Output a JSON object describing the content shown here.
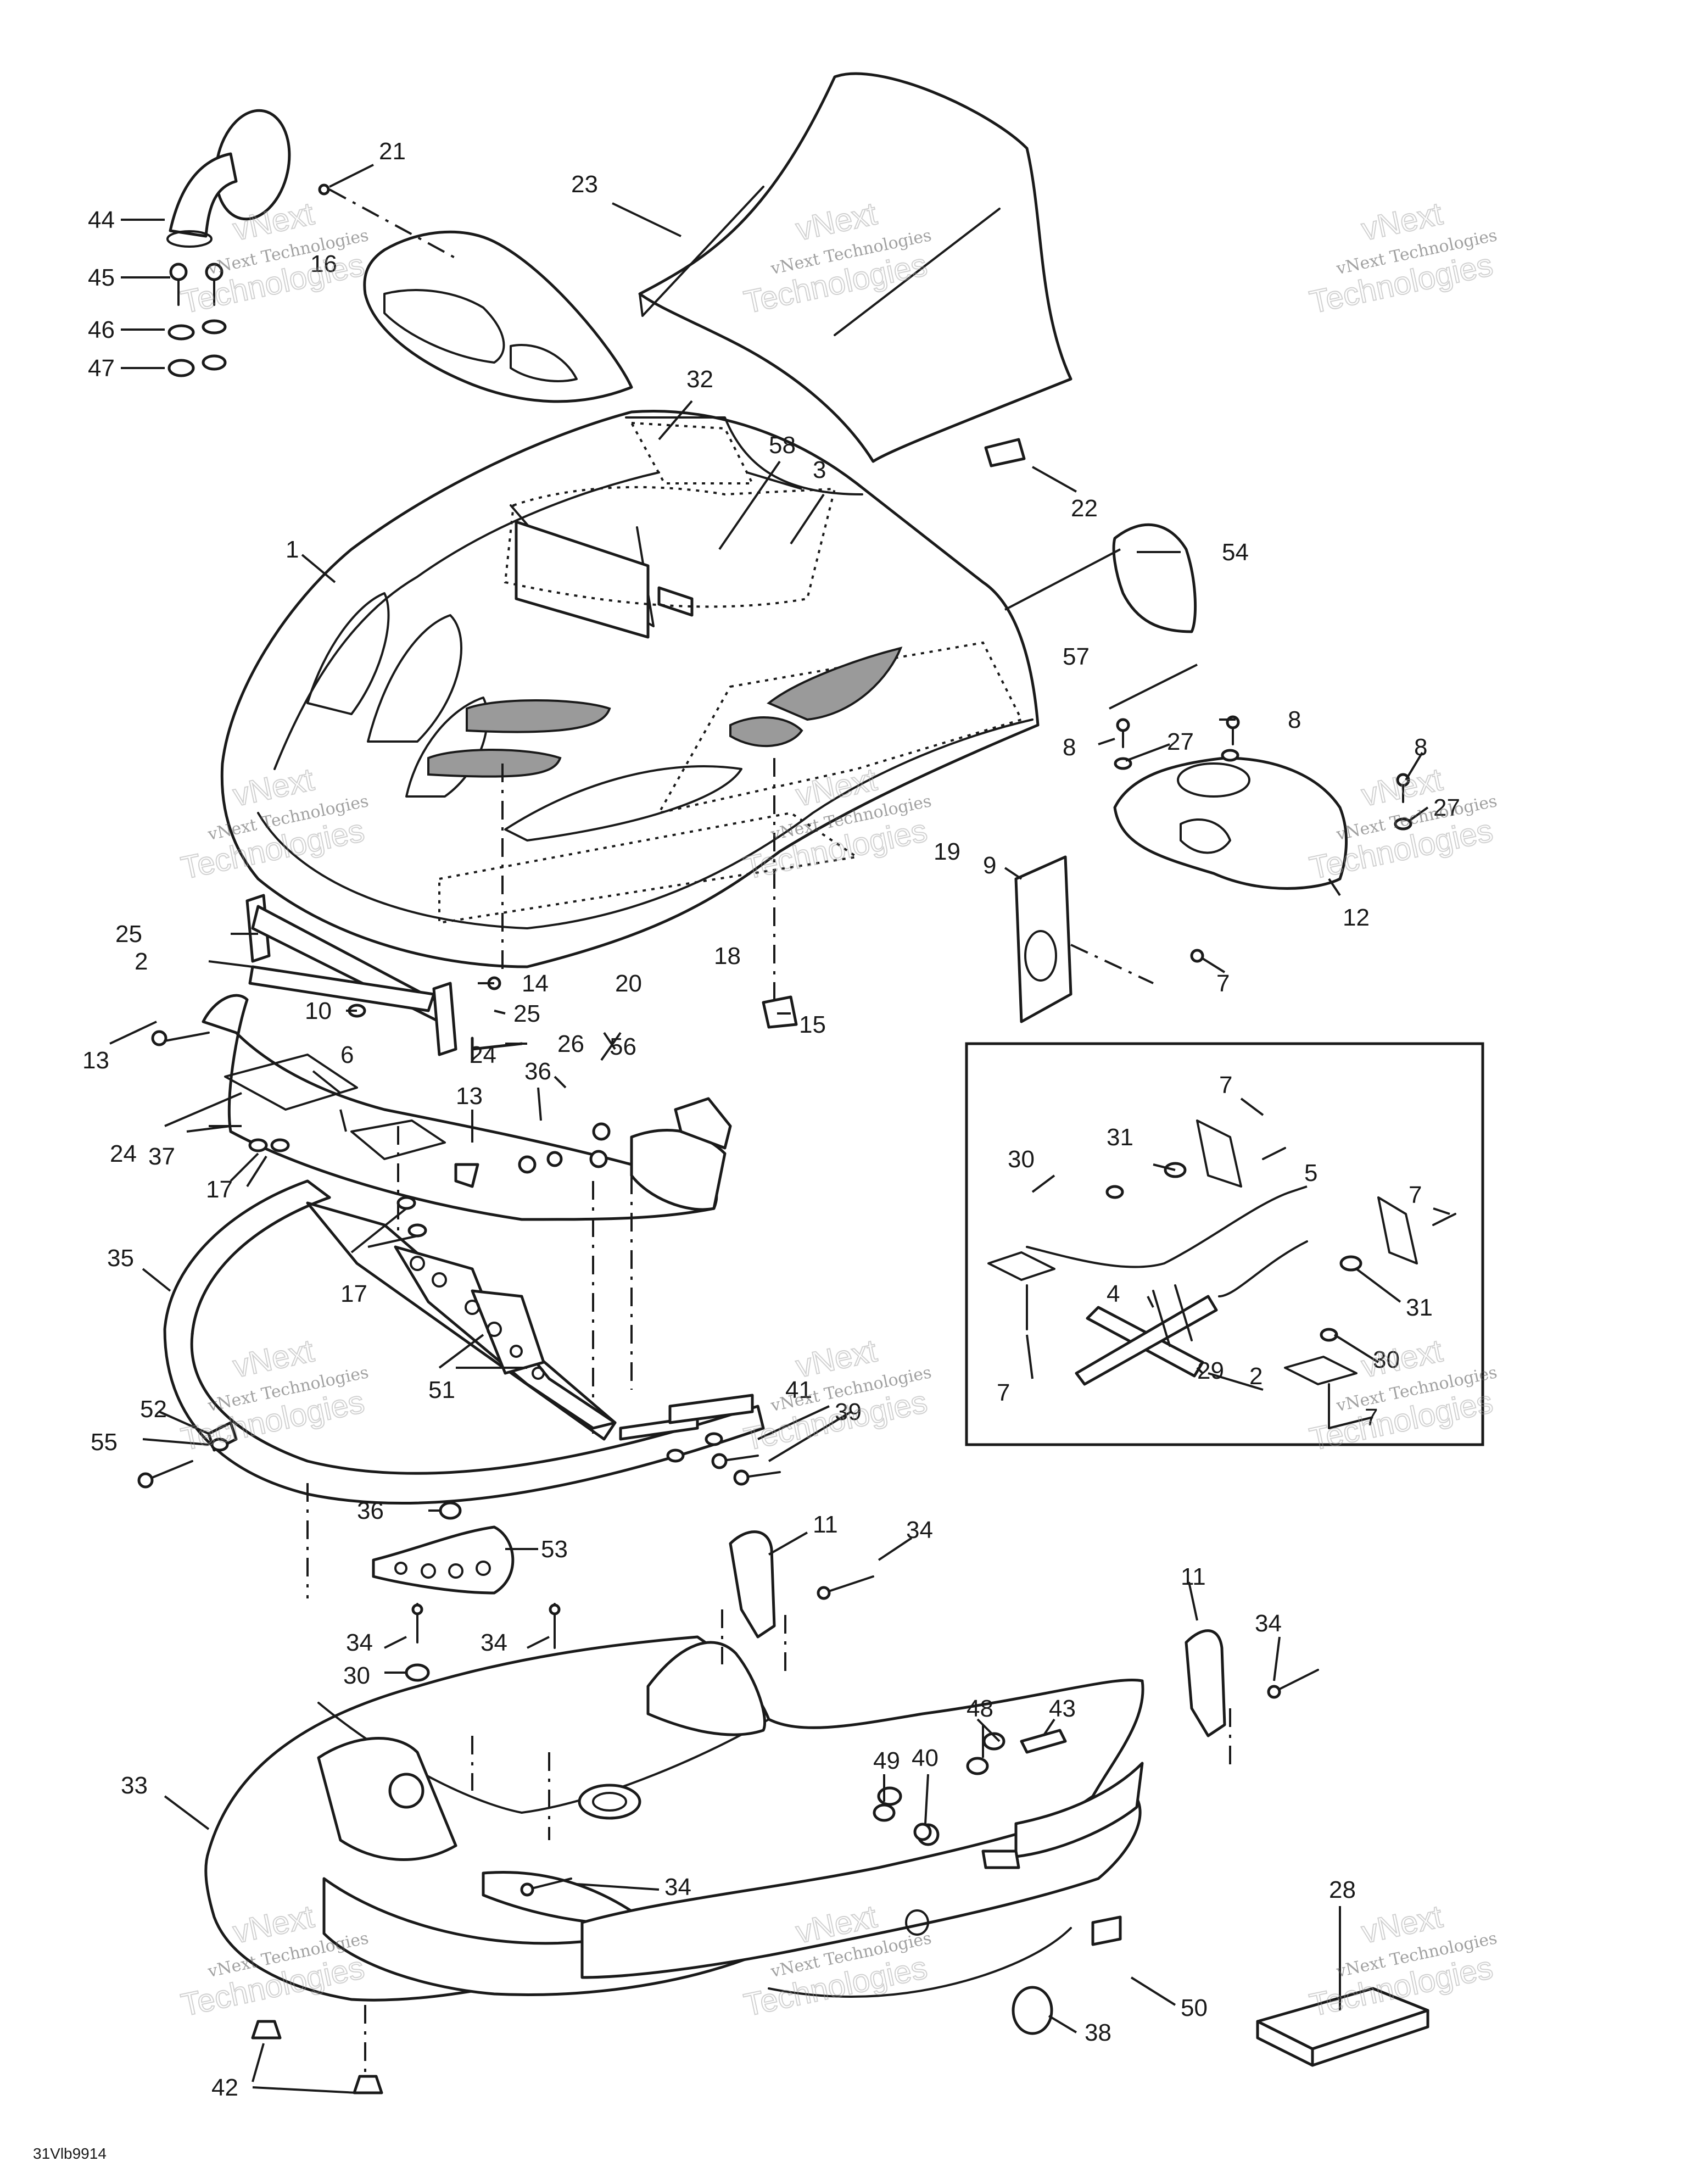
{
  "diagram_code": "31Vlb9914",
  "watermark": {
    "line1": "vNext Technologies",
    "line2": "Technologies",
    "line3": "vNext"
  },
  "callouts": [
    "1",
    "2",
    "3",
    "4",
    "5",
    "6",
    "7",
    "8",
    "9",
    "10",
    "11",
    "12",
    "13",
    "14",
    "15",
    "16",
    "17",
    "18",
    "19",
    "20",
    "21",
    "22",
    "23",
    "24",
    "25",
    "26",
    "27",
    "28",
    "29",
    "30",
    "31",
    "32",
    "33",
    "34",
    "35",
    "36",
    "37",
    "38",
    "39",
    "40",
    "41",
    "42",
    "43",
    "44",
    "45",
    "46",
    "47",
    "48",
    "49",
    "50",
    "51",
    "52",
    "53",
    "54",
    "55",
    "56",
    "57",
    "58"
  ]
}
